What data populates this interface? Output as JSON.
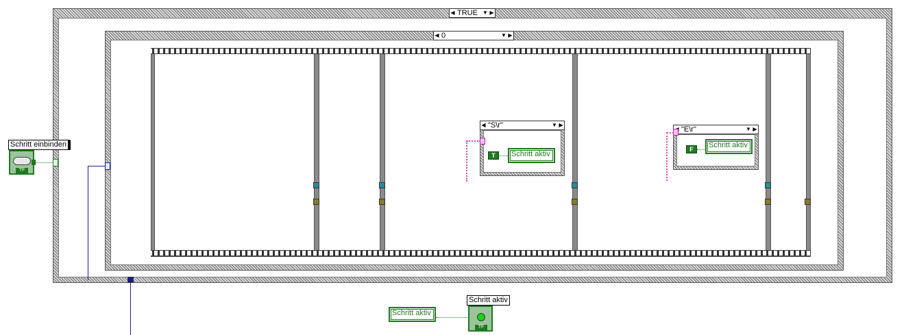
{
  "outer_case": {
    "selector_value": "TRUE"
  },
  "inner_case": {
    "selector_value": "0"
  },
  "control": {
    "label": "Schritt einbinden",
    "badge": "TF"
  },
  "indicator": {
    "label": "Schritt aktiv",
    "badge": "TF"
  },
  "frame3": {
    "case_selector": "\"S\\r\"",
    "bool_const": "T",
    "local_var": "Schritt aktiv"
  },
  "frame4": {
    "case_selector": "\"E\\r\"",
    "bool_const": "F",
    "local_var": "Schritt aktiv"
  },
  "bottom_local_var": "Schritt aktiv",
  "colors": {
    "boolean_wire": "#1f7a1f",
    "string_wire": "#e040c0",
    "cluster_wire": "#1a1a8c"
  }
}
